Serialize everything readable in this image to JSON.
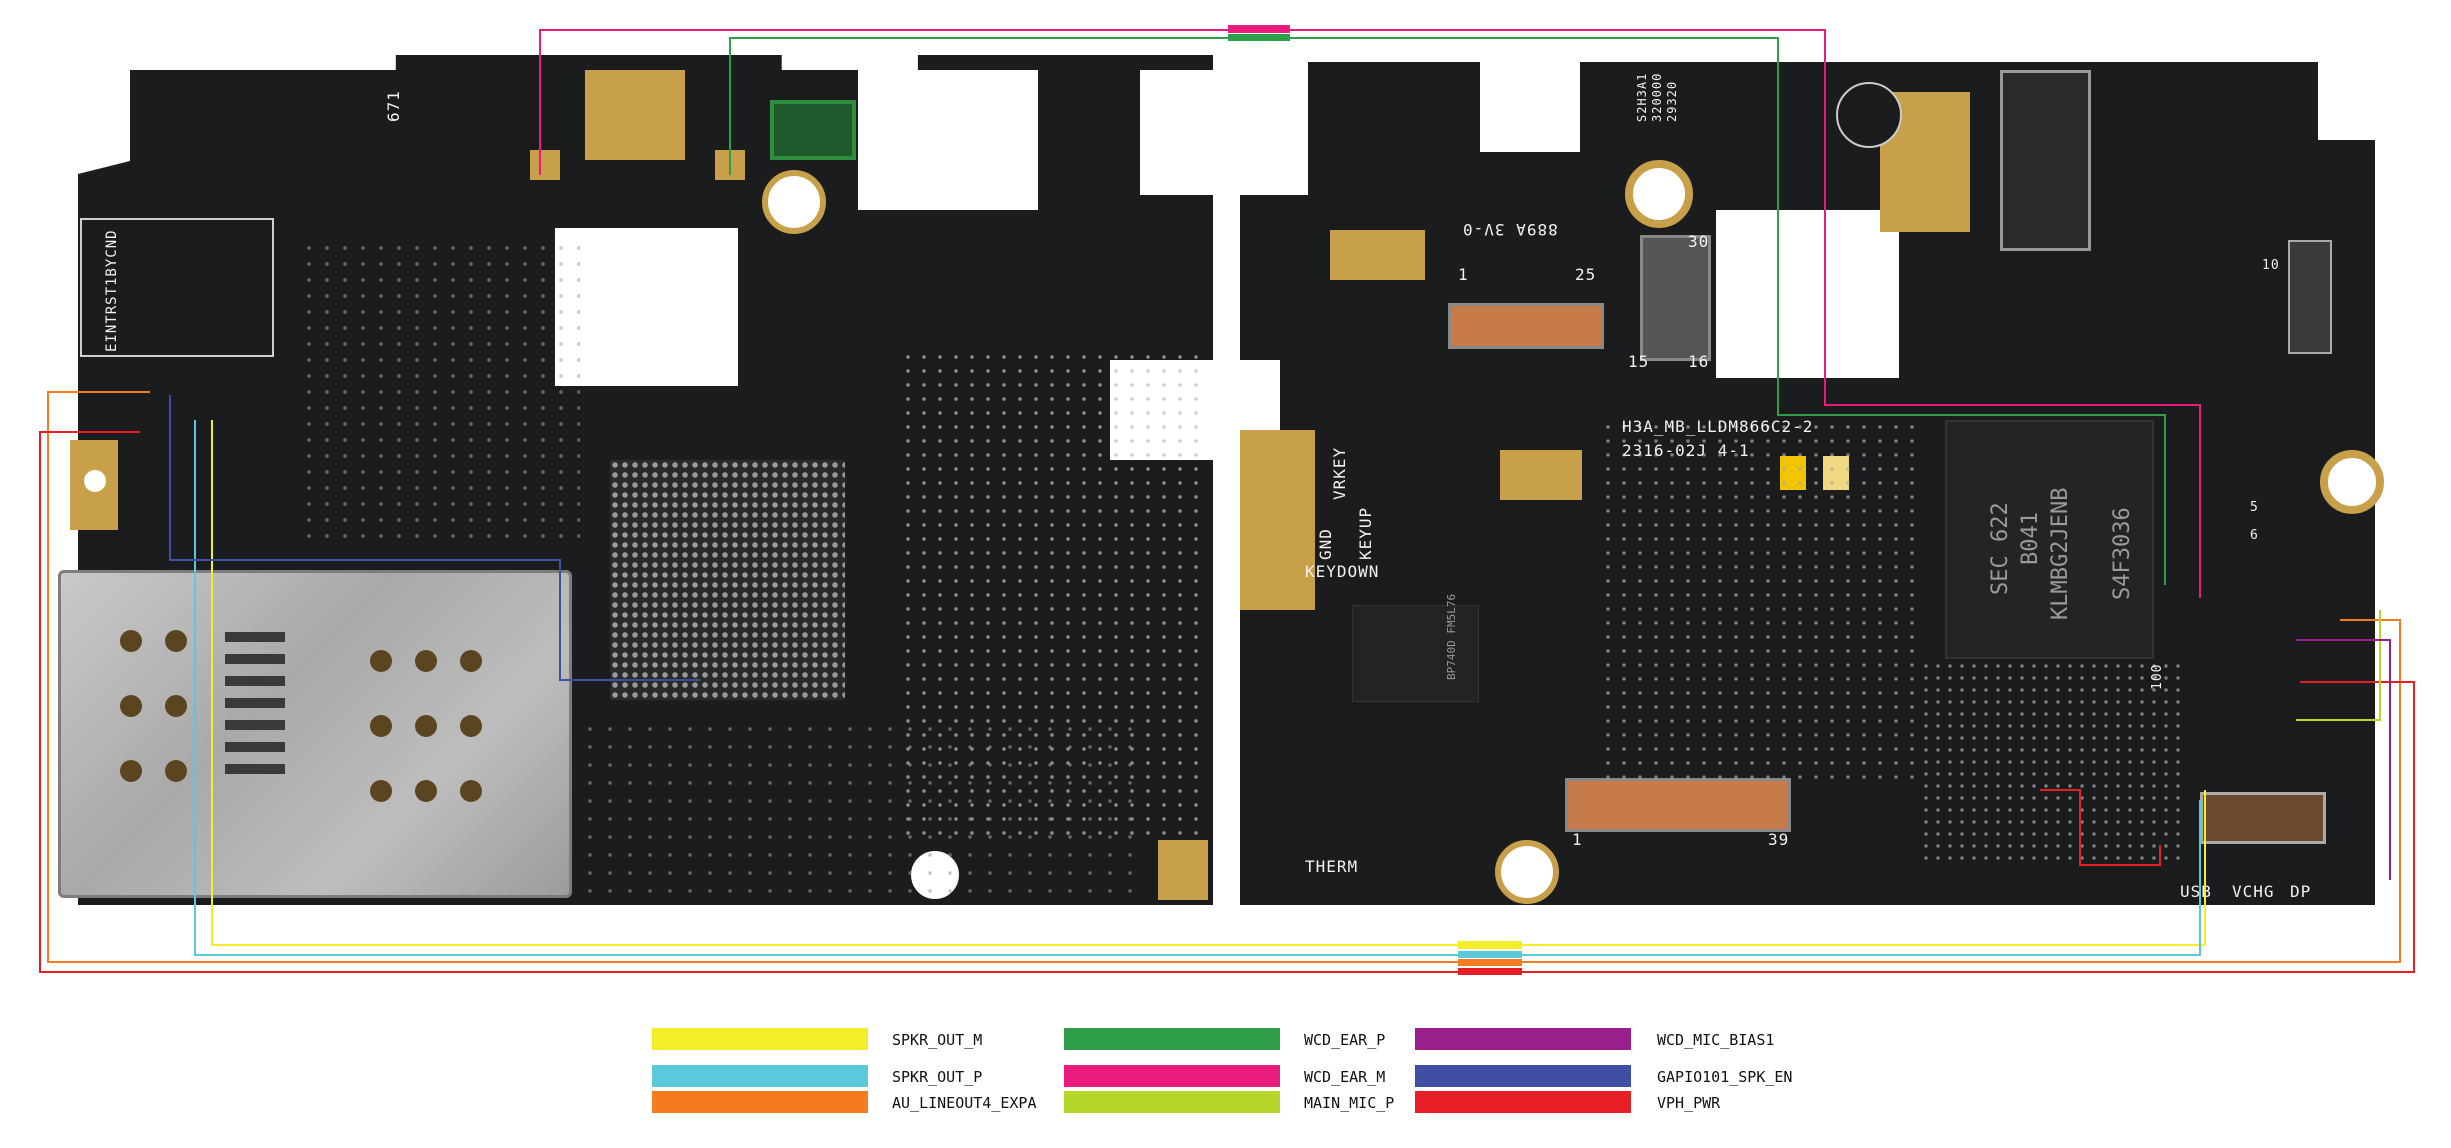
{
  "legend": [
    {
      "label": "SPKR_OUT_M",
      "color": "#f4ee2a"
    },
    {
      "label": "SPKR_OUT_P",
      "color": "#5bc8dc"
    },
    {
      "label": "AU_LINEOUT4_EXPA",
      "color": "#f47b20"
    },
    {
      "label": "WCD_EAR_P",
      "color": "#2e9e4a"
    },
    {
      "label": "WCD_EAR_M",
      "color": "#ea1b7e"
    },
    {
      "label": "MAIN_MIC_P",
      "color": "#b5d62a"
    },
    {
      "label": "WCD_MIC_BIAS1",
      "color": "#9a1e8c"
    },
    {
      "label": "GAPIO101_SPK_EN",
      "color": "#3f4fa4"
    },
    {
      "label": "VPH_PWR",
      "color": "#e61e25"
    }
  ],
  "board_labels": {
    "part_no": "H3A_MB_LLDM866C2-2",
    "date_code": "2316-02J 4-1",
    "connector_pin_1": "1",
    "connector_pin_25": "25",
    "connector_pin_15": "15",
    "connector_pin_16": "16",
    "connector_pin_30": "30",
    "connector_pin_39": "39",
    "connector2_pin_1": "1",
    "therm": "THERM",
    "keyup": "KEYUP",
    "keydown": "KEYDOWN",
    "vrkey": "VRKEY",
    "gnd": "GND",
    "vchg": "VCHG",
    "usb": "USB",
    "dp": "DP",
    "rev": "889A 3V-0",
    "mem_line1": "SEC 622",
    "mem_line2": "B041",
    "mem_line3": "KLMBG2JENB",
    "mem_line4": "S4F3036",
    "pmic": "BP740D FM5L76",
    "batt_label": "EINTRST1BYCND",
    "qr_id1": "S2H3A1",
    "qr_id2": "320000",
    "qr_id3": "29320",
    "code_671": "671",
    "pin_100": "100",
    "pin_10": "10",
    "pin_5": "5",
    "pin_6": "6"
  },
  "colors": {
    "board": "#1b1c1e",
    "gold_pad": "#c8a04a",
    "shield": "#b8b8b8",
    "copper": "#c77b4a"
  }
}
